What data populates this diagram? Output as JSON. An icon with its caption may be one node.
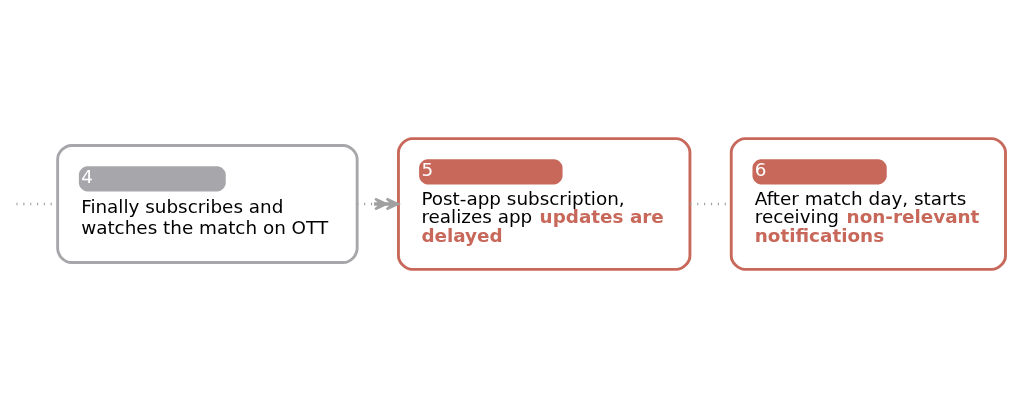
{
  "diagram": {
    "nodes": [
      {
        "text": [
          "4",
          "Finally subscribes and watches the match on OTT"
        ]
      },
      {
        "text": [
          "5",
          "Post-app subscription, realizes app **updates are delayed**"
        ]
      },
      {
        "text": [
          "6",
          "After match day, starts receiving **non-relevant notifications**"
        ]
      }
    ],
    "edges": [
      {
        "from": null,
        "to": 0,
        "arrow": "none",
        "style": "dashed"
      },
      {
        "from": 0,
        "to": 1,
        "arrow": "to",
        "style": "dashed"
      },
      {
        "from": 1,
        "to": 2,
        "arrow": "none",
        "style": "dashed"
      }
    ]
  }
}
